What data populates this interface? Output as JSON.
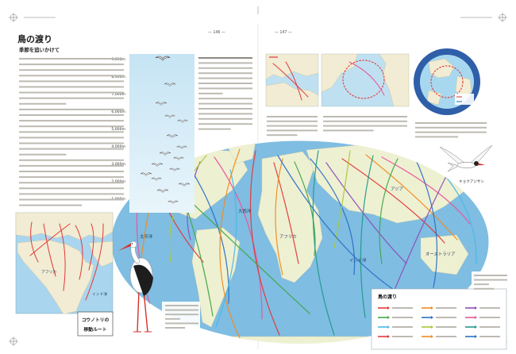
{
  "page": {
    "folio_left": "— 146 —",
    "folio_right": "— 147 —"
  },
  "title": "鳥の渡り",
  "subtitle": "季節を追いかけて",
  "altitude_labels": [
    "9,000m",
    "8,000m",
    "7,000m",
    "6,000m",
    "5,000m",
    "4,000m",
    "3,000m",
    "2,000m",
    "1,000m"
  ],
  "world_map": {
    "labels": {
      "pacific": "太平洋",
      "atlantic": "大西洋",
      "indian": "インド洋",
      "africa": "アフリカ",
      "asia": "アジア",
      "australia": "オーストラリア"
    },
    "tern_label": "キョクアジサシ"
  },
  "stork_inset": {
    "title_line1": "コウノトリの",
    "title_line2": "移動ルート",
    "africa": "アフリカ",
    "indian": "インド洋"
  },
  "legend": {
    "title": "鳥の渡り"
  },
  "colors": {
    "ocean": "#7fbde2",
    "land": "#eef0d2",
    "inset_ocean": "#a9d6ee",
    "globe_rim": "#2f5fa8",
    "route_red": "#e2383a",
    "route_orange": "#f08c1e",
    "route_green": "#3ea84a",
    "route_blue": "#2a6fc4",
    "route_purple": "#8a4fb8",
    "route_pink": "#e8559a",
    "route_lightblue": "#49b8e8",
    "route_yellowgreen": "#a9c933",
    "route_teal": "#1f9a8a"
  }
}
